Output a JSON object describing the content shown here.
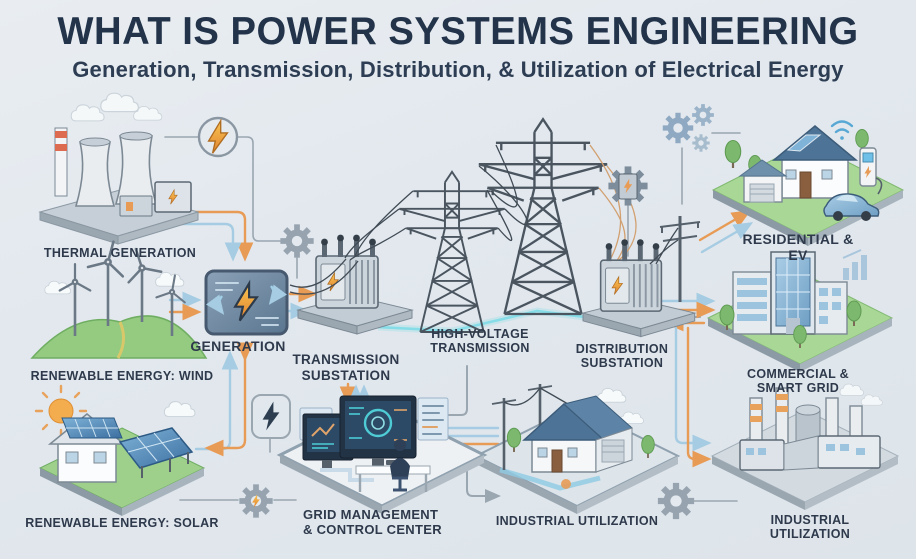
{
  "header": {
    "title": "WHAT IS POWER SYSTEMS ENGINEERING",
    "subtitle": "Generation, Transmission, Distribution, & Utilization of Electrical Energy"
  },
  "nodes": {
    "thermal": {
      "label": "THERMAL GENERATION"
    },
    "wind": {
      "label": "RENEWABLE ENERGY: WIND"
    },
    "solar": {
      "label": "RENEWABLE ENERGY: SOLAR"
    },
    "generation": {
      "label": "GENERATION"
    },
    "transmission_substation": {
      "label": "TRANSMISSION\nSUBSTATION"
    },
    "high_voltage": {
      "label": "HIGH-VOLTAGE\nTRANSMISSION"
    },
    "distribution_substation": {
      "label": "DISTRIBUTION\nSUBSTATION"
    },
    "residential": {
      "label": "RESIDENTIAL & EV"
    },
    "commercial": {
      "label": "COMMERCIAL & SMART GRID"
    },
    "industrial_center": {
      "label": "INDUSTRIAL UTILIZATION"
    },
    "industrial_right": {
      "label": "INDUSTRIAL UTILIZATION"
    },
    "grid_management": {
      "label": "GRID MANAGEMENT\n& CONTROL CENTER"
    }
  },
  "icons": [
    "lightning-circle-icon",
    "gear-icon",
    "gear-lightning-icon",
    "gear-cluster-icon",
    "wifi-icon",
    "bar-chart-icon",
    "sun-icon",
    "cloud-icon",
    "lightning-box-icon"
  ],
  "colors": {
    "title_navy": "#22334A",
    "label_navy": "#2E3A4C",
    "accent_orange": "#E89B55",
    "accent_blue": "#A5CCE2",
    "accent_teal": "#7FDDE9",
    "line_gray": "#9AA6B0",
    "grass_green": "#9ED08C",
    "panel_blue": "#4A7FB5"
  }
}
